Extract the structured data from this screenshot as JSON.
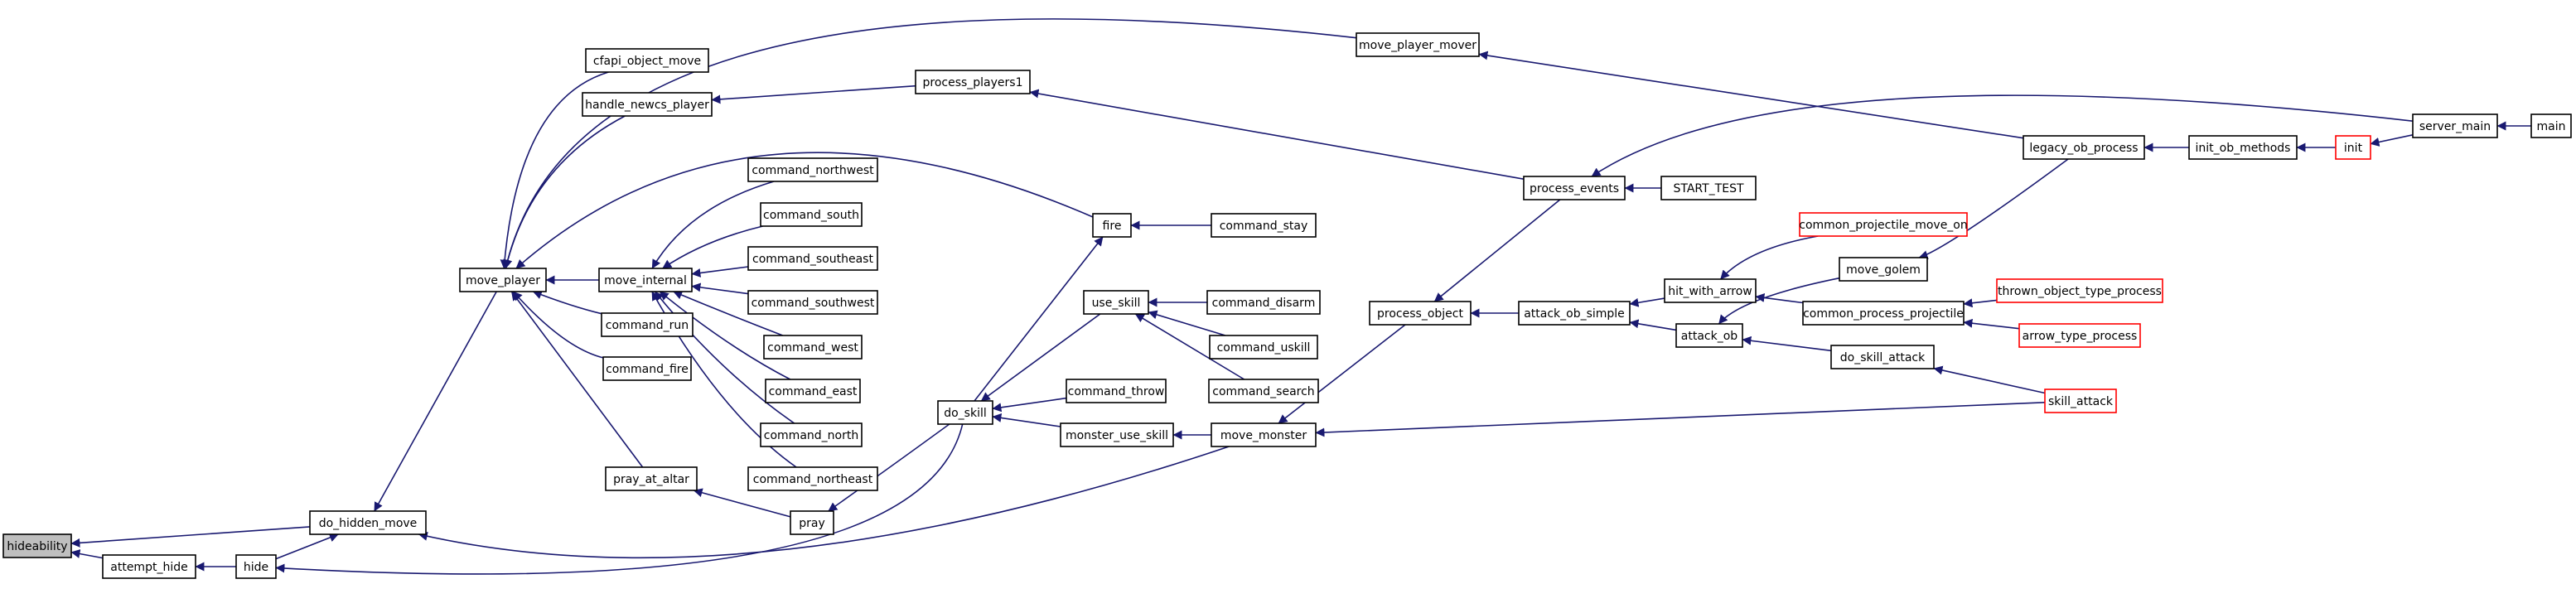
{
  "colors": {
    "edge": "#191970",
    "node_border": "#000000",
    "external_border": "#ff0000",
    "focus_fill": "#bfbfbf",
    "node_fill": "#ffffff"
  },
  "nodes": [
    {
      "id": "hideability",
      "label": "hideability",
      "focus": true
    },
    {
      "id": "attempt_hide",
      "label": "attempt_hide"
    },
    {
      "id": "hide",
      "label": "hide"
    },
    {
      "id": "do_hidden_move",
      "label": "do_hidden_move"
    },
    {
      "id": "move_player",
      "label": "move_player"
    },
    {
      "id": "cfapi_object_move",
      "label": "cfapi_object_move"
    },
    {
      "id": "handle_newcs_player",
      "label": "handle_newcs_player"
    },
    {
      "id": "move_internal",
      "label": "move_internal"
    },
    {
      "id": "command_run",
      "label": "command_run"
    },
    {
      "id": "command_fire",
      "label": "command_fire"
    },
    {
      "id": "pray_at_altar",
      "label": "pray_at_altar"
    },
    {
      "id": "pray",
      "label": "pray"
    },
    {
      "id": "command_northwest",
      "label": "command_northwest"
    },
    {
      "id": "command_south",
      "label": "command_south"
    },
    {
      "id": "command_southeast",
      "label": "command_southeast"
    },
    {
      "id": "command_southwest",
      "label": "command_southwest"
    },
    {
      "id": "command_west",
      "label": "command_west"
    },
    {
      "id": "command_east",
      "label": "command_east"
    },
    {
      "id": "command_north",
      "label": "command_north"
    },
    {
      "id": "command_northeast",
      "label": "command_northeast"
    },
    {
      "id": "process_players1",
      "label": "process_players1"
    },
    {
      "id": "move_player_mover",
      "label": "move_player_mover"
    },
    {
      "id": "fire",
      "label": "fire"
    },
    {
      "id": "command_stay",
      "label": "command_stay"
    },
    {
      "id": "do_skill",
      "label": "do_skill"
    },
    {
      "id": "use_skill",
      "label": "use_skill"
    },
    {
      "id": "command_throw",
      "label": "command_throw"
    },
    {
      "id": "monster_use_skill",
      "label": "monster_use_skill"
    },
    {
      "id": "command_disarm",
      "label": "command_disarm"
    },
    {
      "id": "command_uskill",
      "label": "command_uskill"
    },
    {
      "id": "command_search",
      "label": "command_search"
    },
    {
      "id": "move_monster",
      "label": "move_monster"
    },
    {
      "id": "process_object",
      "label": "process_object"
    },
    {
      "id": "process_events",
      "label": "process_events"
    },
    {
      "id": "START_TEST",
      "label": "START_TEST"
    },
    {
      "id": "attack_ob_simple",
      "label": "attack_ob_simple"
    },
    {
      "id": "hit_with_arrow",
      "label": "hit_with_arrow"
    },
    {
      "id": "attack_ob",
      "label": "attack_ob"
    },
    {
      "id": "common_projectile_move_on",
      "label": "common_projectile_move_on",
      "external": true
    },
    {
      "id": "common_process_projectile",
      "label": "common_process_projectile"
    },
    {
      "id": "move_golem",
      "label": "move_golem"
    },
    {
      "id": "do_skill_attack",
      "label": "do_skill_attack"
    },
    {
      "id": "thrown_object_type_process",
      "label": "thrown_object_type_process",
      "external": true
    },
    {
      "id": "arrow_type_process",
      "label": "arrow_type_process",
      "external": true
    },
    {
      "id": "skill_attack",
      "label": "skill_attack",
      "external": true
    },
    {
      "id": "legacy_ob_process",
      "label": "legacy_ob_process"
    },
    {
      "id": "init_ob_methods",
      "label": "init_ob_methods"
    },
    {
      "id": "init",
      "label": "init",
      "external": true
    },
    {
      "id": "server_main",
      "label": "server_main"
    },
    {
      "id": "main",
      "label": "main"
    }
  ],
  "edges": [
    [
      "attempt_hide",
      "hideability"
    ],
    [
      "do_hidden_move",
      "hideability"
    ],
    [
      "hide",
      "attempt_hide"
    ],
    [
      "hide",
      "do_hidden_move"
    ],
    [
      "move_player",
      "do_hidden_move"
    ],
    [
      "move_monster",
      "do_hidden_move"
    ],
    [
      "do_skill",
      "hide"
    ],
    [
      "cfapi_object_move",
      "move_player"
    ],
    [
      "handle_newcs_player",
      "move_player"
    ],
    [
      "move_player_mover",
      "move_player"
    ],
    [
      "fire",
      "move_player"
    ],
    [
      "move_internal",
      "move_player"
    ],
    [
      "command_run",
      "move_player"
    ],
    [
      "command_fire",
      "move_player"
    ],
    [
      "pray_at_altar",
      "move_player"
    ],
    [
      "process_players1",
      "handle_newcs_player"
    ],
    [
      "process_events",
      "process_players1"
    ],
    [
      "legacy_ob_process",
      "move_player_mover"
    ],
    [
      "command_northwest",
      "move_internal"
    ],
    [
      "command_south",
      "move_internal"
    ],
    [
      "command_southeast",
      "move_internal"
    ],
    [
      "command_southwest",
      "move_internal"
    ],
    [
      "command_west",
      "move_internal"
    ],
    [
      "command_east",
      "move_internal"
    ],
    [
      "command_north",
      "move_internal"
    ],
    [
      "command_northeast",
      "move_internal"
    ],
    [
      "pray",
      "pray_at_altar"
    ],
    [
      "do_skill",
      "pray"
    ],
    [
      "command_stay",
      "fire"
    ],
    [
      "do_skill",
      "fire"
    ],
    [
      "use_skill",
      "do_skill"
    ],
    [
      "command_throw",
      "do_skill"
    ],
    [
      "monster_use_skill",
      "do_skill"
    ],
    [
      "command_disarm",
      "use_skill"
    ],
    [
      "command_uskill",
      "use_skill"
    ],
    [
      "command_search",
      "use_skill"
    ],
    [
      "move_monster",
      "monster_use_skill"
    ],
    [
      "process_object",
      "move_monster"
    ],
    [
      "skill_attack",
      "move_monster"
    ],
    [
      "process_events",
      "process_object"
    ],
    [
      "attack_ob_simple",
      "process_object"
    ],
    [
      "START_TEST",
      "process_events"
    ],
    [
      "server_main",
      "process_events"
    ],
    [
      "hit_with_arrow",
      "attack_ob_simple"
    ],
    [
      "attack_ob",
      "attack_ob_simple"
    ],
    [
      "common_projectile_move_on",
      "hit_with_arrow"
    ],
    [
      "common_process_projectile",
      "hit_with_arrow"
    ],
    [
      "move_golem",
      "attack_ob"
    ],
    [
      "do_skill_attack",
      "attack_ob"
    ],
    [
      "thrown_object_type_process",
      "common_process_projectile"
    ],
    [
      "arrow_type_process",
      "common_process_projectile"
    ],
    [
      "legacy_ob_process",
      "move_golem"
    ],
    [
      "skill_attack",
      "do_skill_attack"
    ],
    [
      "init_ob_methods",
      "legacy_ob_process"
    ],
    [
      "init",
      "init_ob_methods"
    ],
    [
      "server_main",
      "init"
    ],
    [
      "main",
      "server_main"
    ]
  ]
}
